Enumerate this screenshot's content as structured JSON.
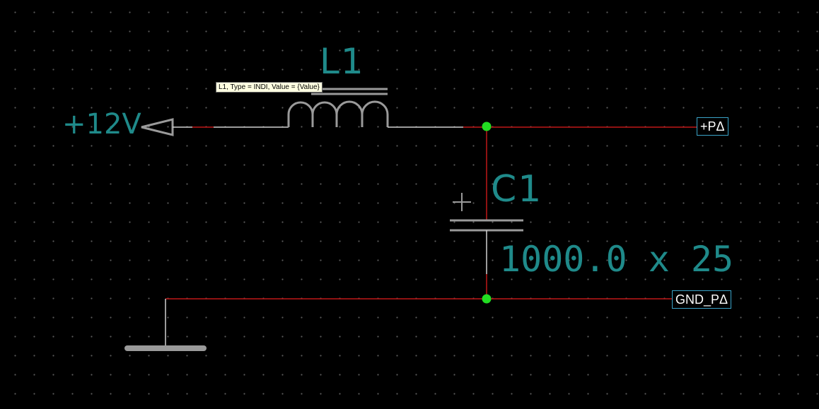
{
  "schematic": {
    "inductor": {
      "designator": "L1",
      "tooltip": "L1, Type = INDI, Value = {Value}"
    },
    "capacitor": {
      "designator": "C1",
      "value": "1000.0 x 25",
      "polarity_mark": "+"
    },
    "power_symbol": {
      "label": "+12V"
    },
    "ports": [
      {
        "label": "+PΔ"
      },
      {
        "label": "GND_PΔ"
      }
    ],
    "colors": {
      "background": "#000000",
      "wire": "#c01818",
      "component": "#8c8c8c",
      "label": "#1f8a8a",
      "junction": "#22dd22",
      "port_border": "#3aa3c8"
    }
  }
}
